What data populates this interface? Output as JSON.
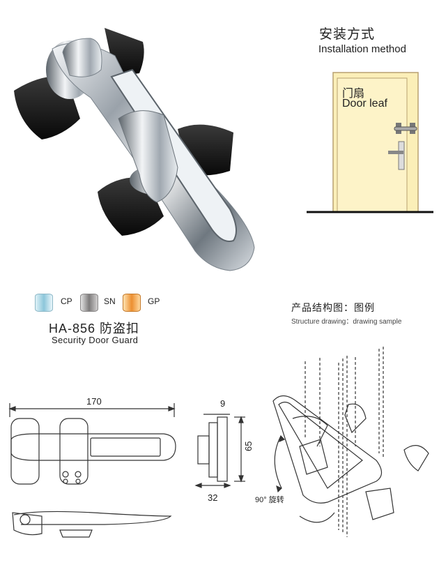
{
  "installation": {
    "title_cn": "安装方式",
    "title_en": "Installation method",
    "door_cn": "门扇",
    "door_en": "Door leaf"
  },
  "finishes": [
    {
      "code": "CP",
      "color": "#9fd3e6"
    },
    {
      "code": "SN",
      "color": "#a8a6a6"
    },
    {
      "code": "GP",
      "color": "#f0a04a"
    }
  ],
  "product": {
    "model": "HA-856  防盗扣",
    "name_en": "Security Door Guard"
  },
  "structure": {
    "title_cn": "产品结构图：图例",
    "title_en": "Structure drawing：drawing sample",
    "rotation_label": "90°  旋转"
  },
  "dimensions": {
    "length": "170",
    "top_width": "9",
    "height": "65",
    "depth": "32"
  },
  "colors": {
    "door_fill": "#fbefb8",
    "door_stroke": "#b8a070",
    "rubber": "#151515"
  }
}
